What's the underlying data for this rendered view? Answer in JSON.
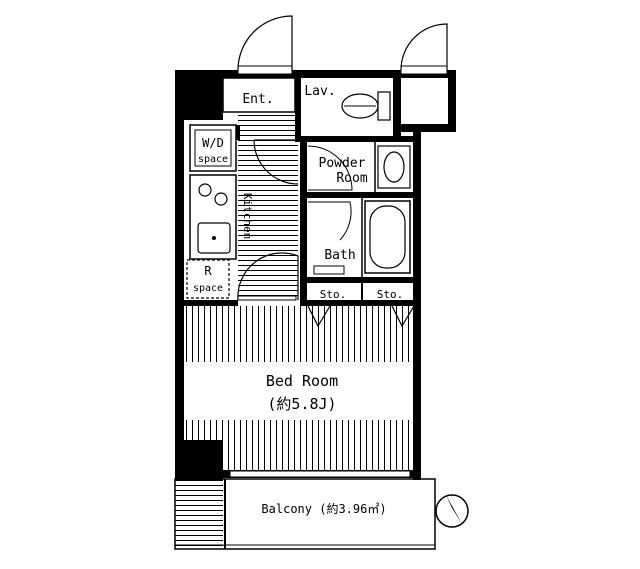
{
  "rooms": {
    "entrance": "Ent.",
    "lavatory": "Lav.",
    "washer": {
      "line1": "W/D",
      "line2": "space"
    },
    "kitchen": "Kitchen",
    "fridge": {
      "line1": "R",
      "line2": "space"
    },
    "powder_room": {
      "line1": "Powder",
      "line2": "Room"
    },
    "bath": "Bath",
    "storage_left": "Sto.",
    "storage_right": "Sto.",
    "bedroom": {
      "name": "Bed Room",
      "size": "(約5.8J)"
    },
    "balcony": "Balcony (約3.96㎡)"
  },
  "colors": {
    "wall": "#000000",
    "line": "#000000",
    "background": "#ffffff"
  },
  "icons": {
    "north": "compass-north-icon"
  }
}
